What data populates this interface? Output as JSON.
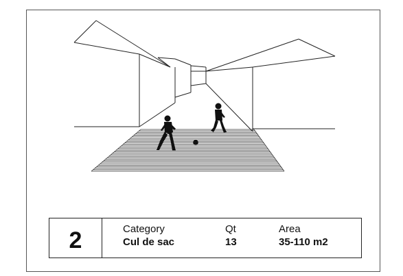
{
  "card": {
    "number": "2",
    "columns": [
      {
        "header": "Category",
        "value": "Cul de sac"
      },
      {
        "header": "Qt",
        "value": "13"
      },
      {
        "header": "Area",
        "value": "35-110 m2"
      }
    ]
  },
  "illustration": {
    "subject": "street-sketch"
  },
  "colors": {
    "ink": "#111111",
    "background": "#ffffff"
  }
}
